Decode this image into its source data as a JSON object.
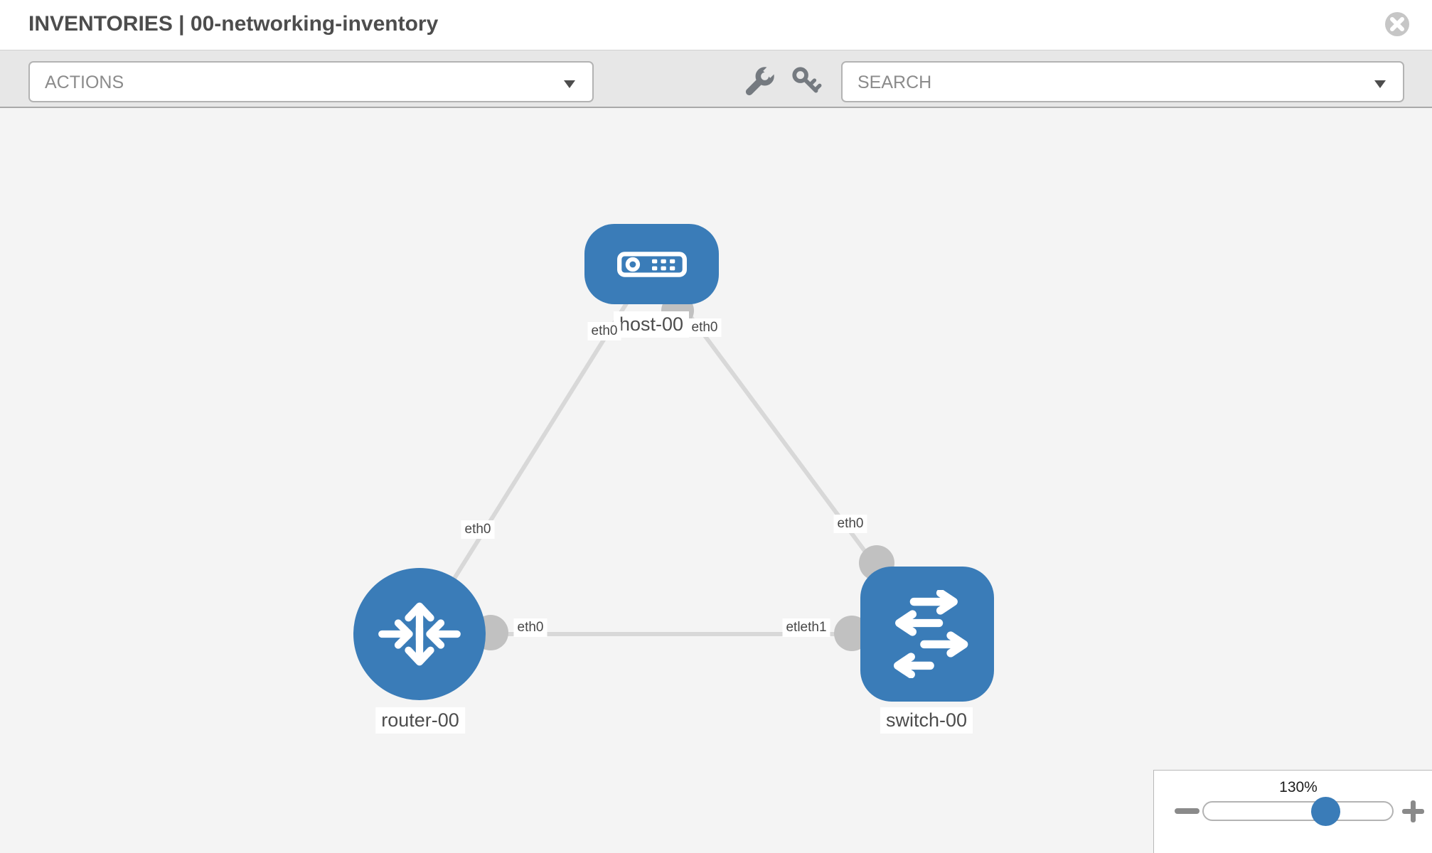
{
  "header": {
    "title": "INVENTORIES | 00-networking-inventory"
  },
  "toolbar": {
    "actions_label": "ACTIONS",
    "search_label": "SEARCH",
    "icons": [
      "wrench-icon",
      "key-icon"
    ]
  },
  "topology": {
    "nodes": [
      {
        "label": "host-00",
        "type": "host"
      },
      {
        "label": "router-00",
        "type": "router"
      },
      {
        "label": "switch-00",
        "type": "switch"
      }
    ],
    "interface_labels": {
      "host_left": "eth0",
      "host_right": "eth0",
      "router_upper": "eth0",
      "router_right": "eth0",
      "switch_upper": "eth0",
      "switch_left": "etleth1"
    },
    "links": [
      {
        "from": "host-00",
        "to": "router-00"
      },
      {
        "from": "host-00",
        "to": "switch-00"
      },
      {
        "from": "router-00",
        "to": "switch-00"
      }
    ]
  },
  "zoom_control": {
    "level": "130%"
  },
  "colors": {
    "node-blue": "#3a7cb8",
    "link-gray": "#d8d8d8",
    "iface-gray": "#c1c1c1",
    "canvas-bg": "#f4f4f4",
    "toolbar-bg": "#e7e7e7",
    "icon-gray": "#757a80"
  }
}
